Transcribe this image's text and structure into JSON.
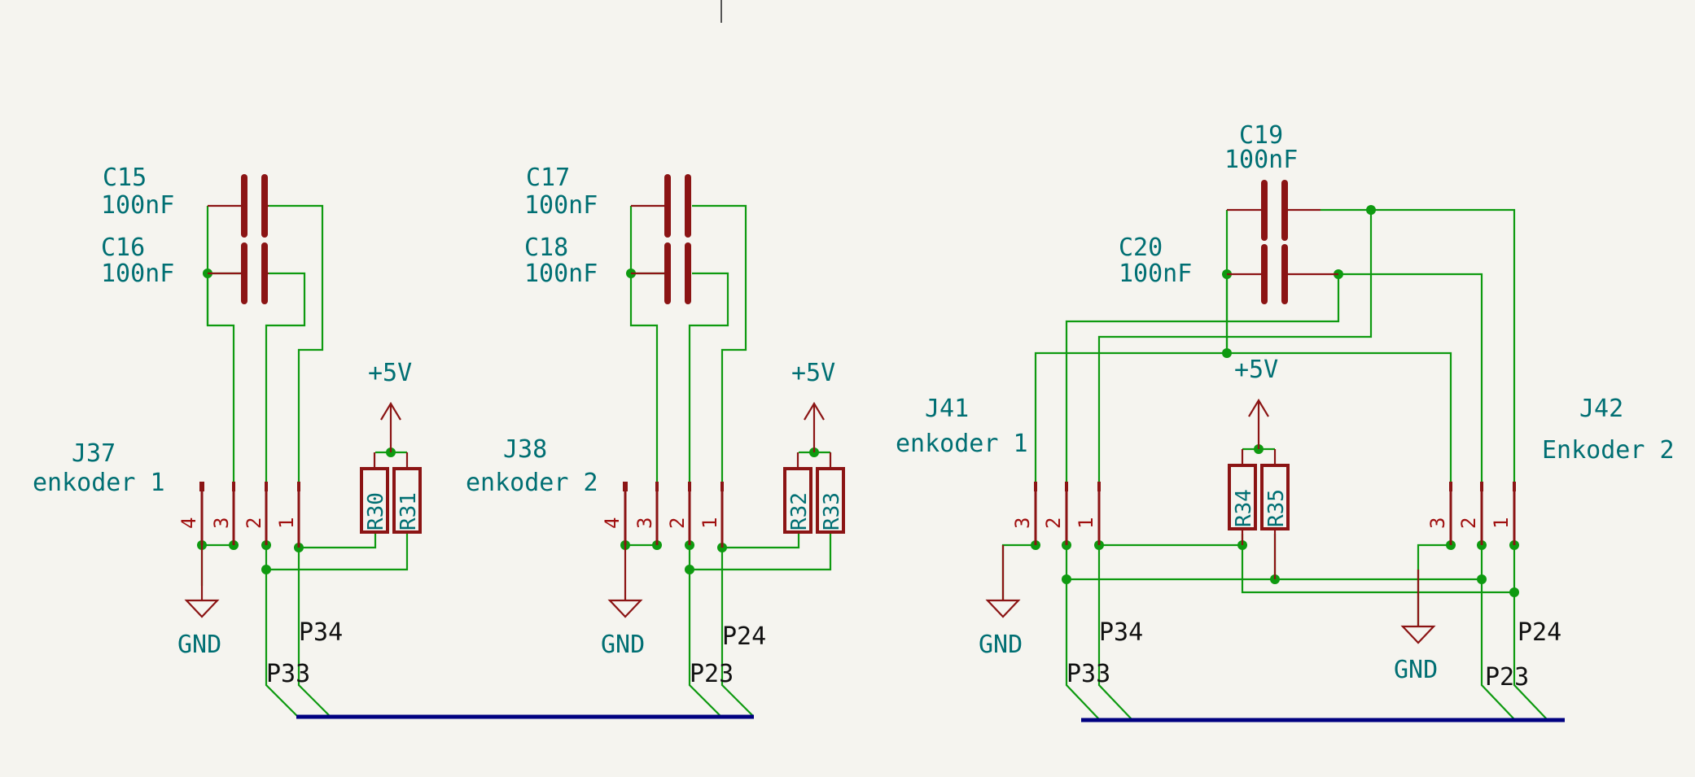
{
  "colors": {
    "background": "#f5f4ef",
    "wire": "#0e9a10",
    "component": "#8b1414",
    "text": "#006f73",
    "net_label": "#111111",
    "bus": "#000080"
  },
  "blocks": [
    {
      "connector_ref": "J37",
      "connector_value": "enkoder 1",
      "pins": [
        "4",
        "3",
        "2",
        "1"
      ],
      "cap_top_ref": "C15",
      "cap_top_value": "100nF",
      "cap_bot_ref": "C16",
      "cap_bot_value": "100nF",
      "res_a": "R30",
      "res_b": "R31",
      "power": "+5V",
      "gnd": "GND",
      "net_a": "P34",
      "net_b": "P33"
    },
    {
      "connector_ref": "J38",
      "connector_value": "enkoder 2",
      "pins": [
        "4",
        "3",
        "2",
        "1"
      ],
      "cap_top_ref": "C17",
      "cap_top_value": "100nF",
      "cap_bot_ref": "C18",
      "cap_bot_value": "100nF",
      "res_a": "R32",
      "res_b": "R33",
      "power": "+5V",
      "gnd": "GND",
      "net_a": "P24",
      "net_b": "P23"
    }
  ],
  "block3": {
    "cap_top_ref": "C19",
    "cap_top_value": "100nF",
    "cap_bot_ref": "C20",
    "cap_bot_value": "100nF",
    "power": "+5V",
    "res_a": "R34",
    "res_b": "R35",
    "left_connector_ref": "J41",
    "left_connector_value": "enkoder 1",
    "right_connector_ref": "J42",
    "right_connector_value": "Enkoder 2",
    "left_pins": [
      "3",
      "2",
      "1"
    ],
    "right_pins": [
      "3",
      "2",
      "1"
    ],
    "gnd_left": "GND",
    "gnd_right": "GND",
    "net_left_a": "P34",
    "net_left_b": "P33",
    "net_right_a": "P24",
    "net_right_b": "P23"
  }
}
